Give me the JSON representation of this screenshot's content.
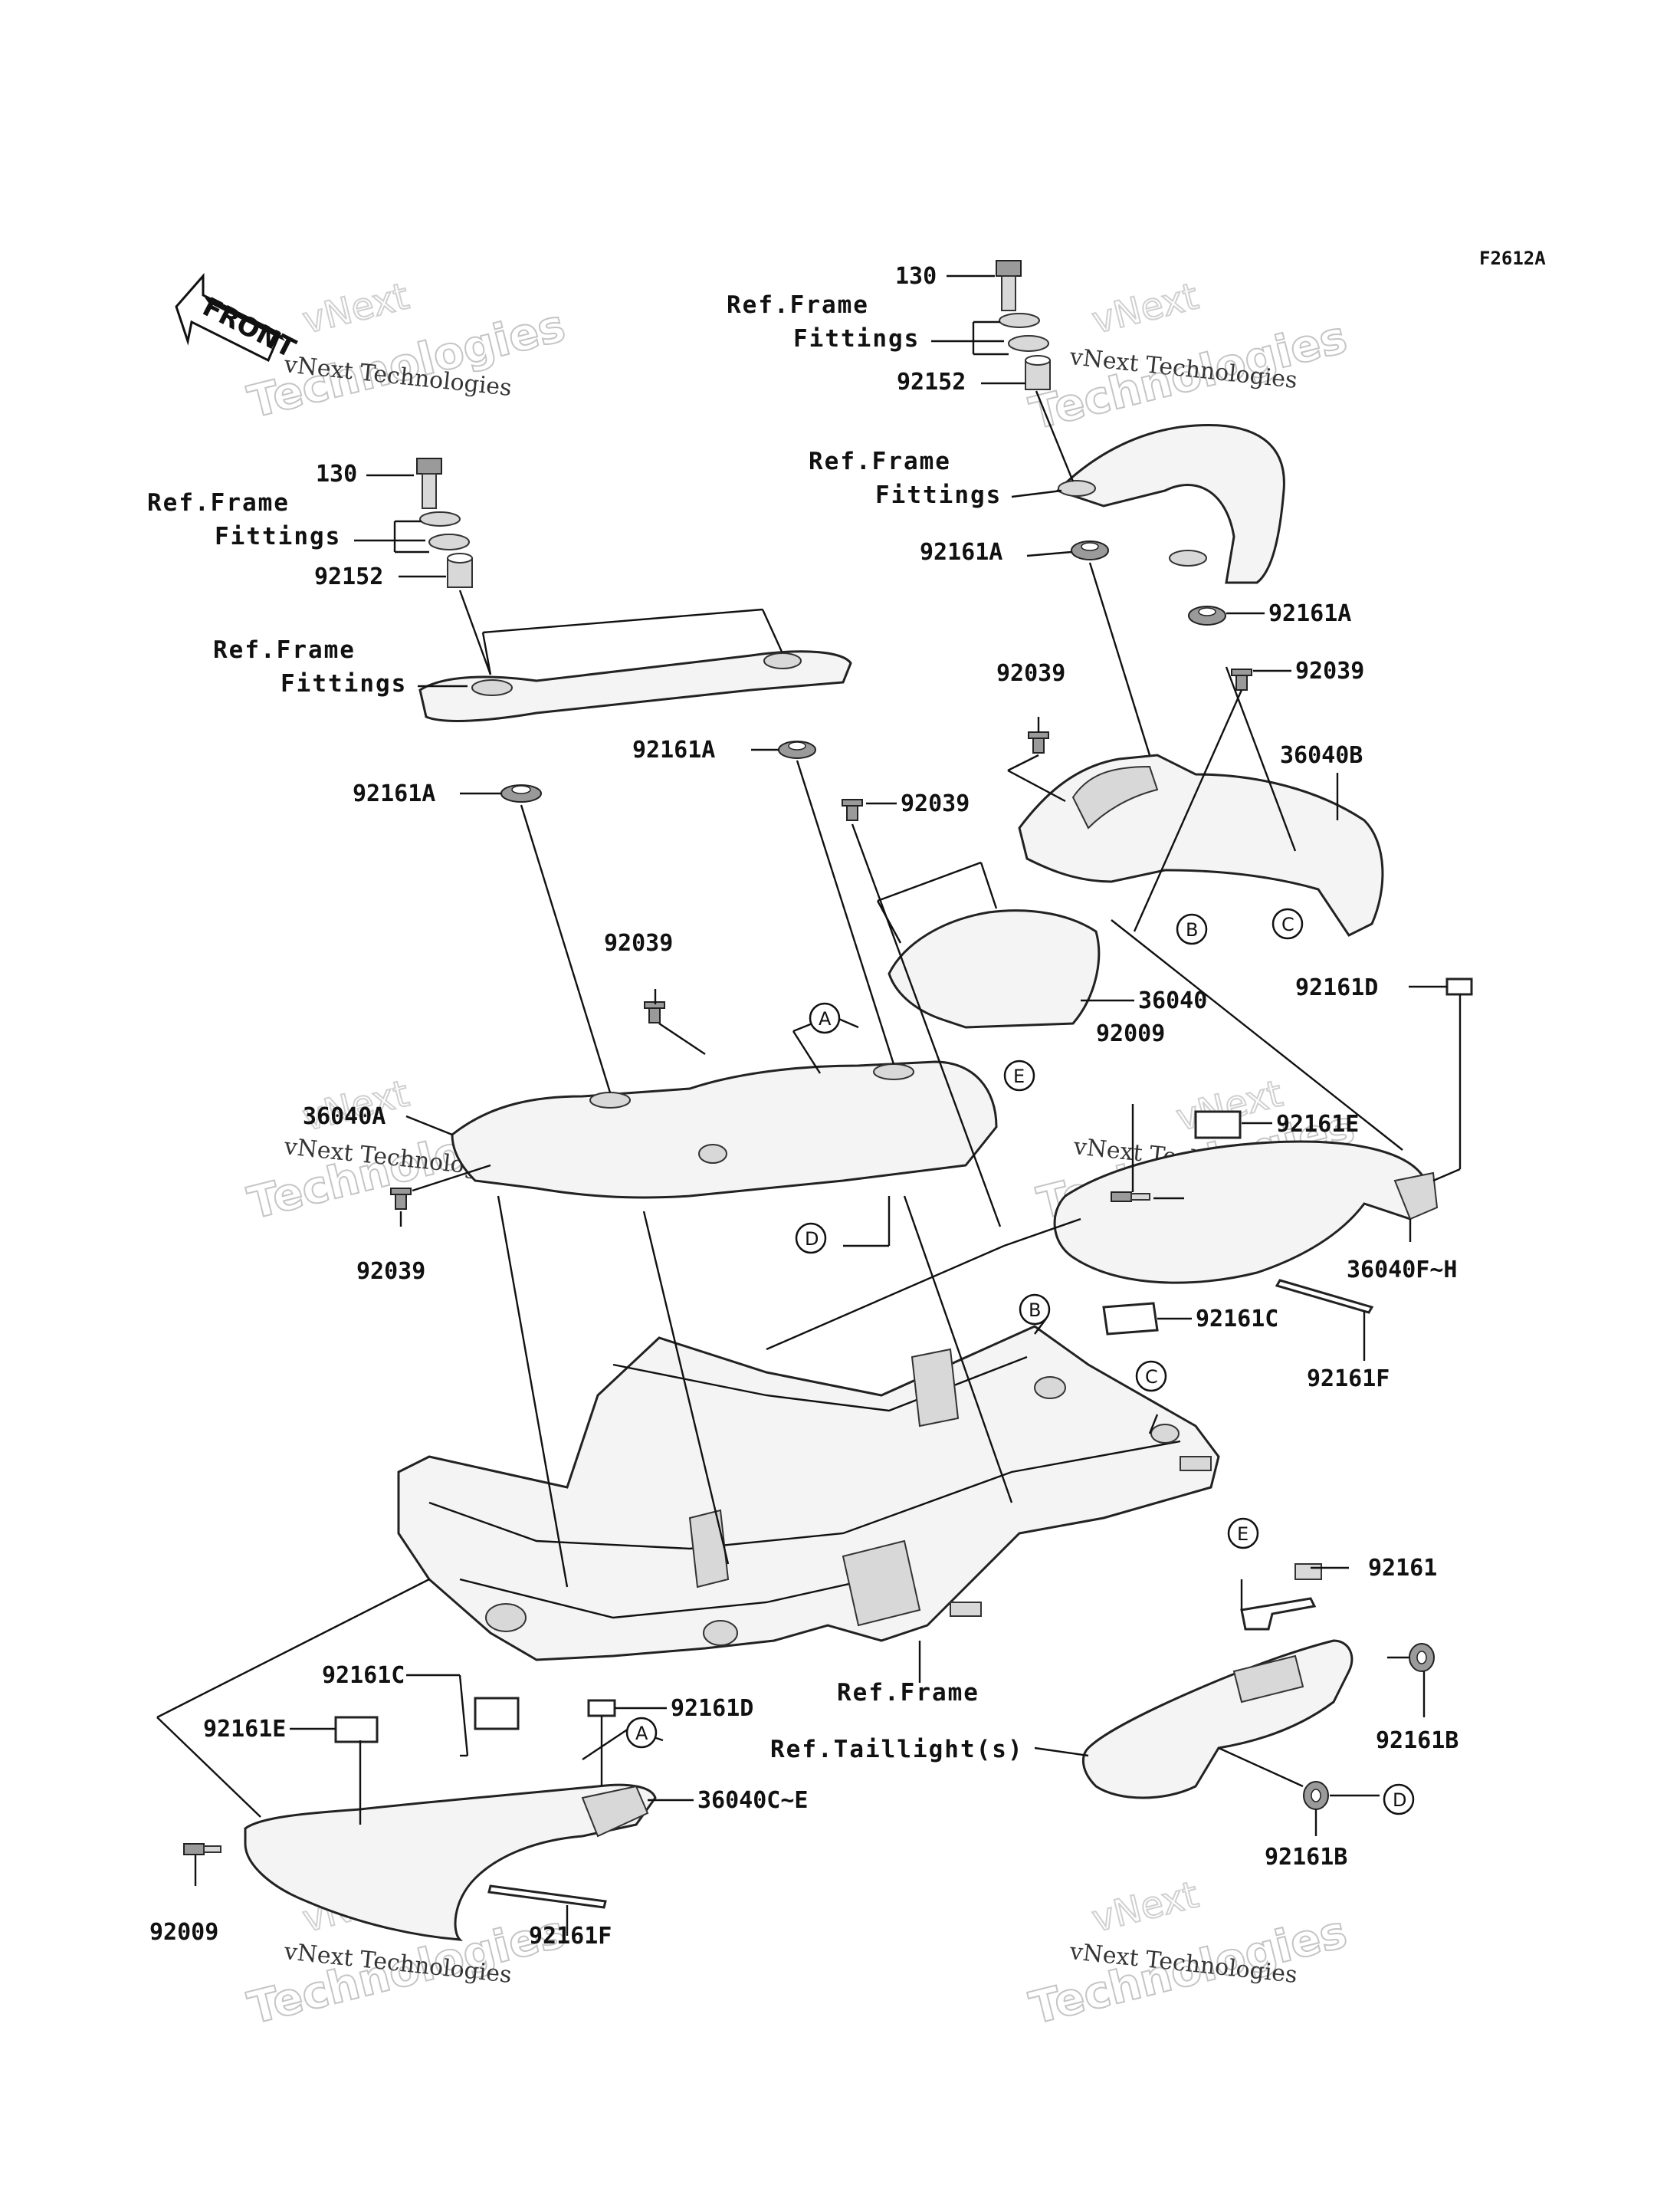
{
  "diagram_code": "F2612A",
  "direction_marker": "FRONT",
  "watermark": {
    "line1": "vNext Technologies",
    "line2": "Technologies",
    "line3": "vNext"
  },
  "labels": {
    "bolt_130_left": "130",
    "ref_frame_fittings_1_left": "Ref.Frame",
    "ref_frame_fittings_2_left": "Fittings",
    "collar_92152_left": "92152",
    "ref_frame_fittings_3_left": "Ref.Frame",
    "ref_frame_fittings_4_left": "Fittings",
    "grommet_92161a_left_a": "92161A",
    "grommet_92161a_left_b": "92161A",
    "clip_92039_left_top": "92039",
    "clip_92039_mid": "92039",
    "cover_36040a": "36040A",
    "clip_92039_left_bottom": "92039",
    "bolt_130_right": "130",
    "ref_frame_fittings_1_right": "Ref.Frame",
    "ref_frame_fittings_2_right": "Fittings",
    "collar_92152_right": "92152",
    "ref_frame_fittings_3_right": "Ref.Frame",
    "ref_frame_fittings_4_right": "Fittings",
    "grommet_92161a_right_a": "92161A",
    "grommet_92161a_right_b": "92161A",
    "clip_92039_right_a": "92039",
    "clip_92039_right_b": "92039",
    "cover_36040b": "36040B",
    "cover_36040": "36040",
    "pad_92161d_right": "92161D",
    "screw_92009_right": "92009",
    "pad_92161e_right": "92161E",
    "cover_36040f_h": "36040F~H",
    "pad_92161c_right": "92161C",
    "strip_92161f_right": "92161F",
    "ref_frame": "Ref.Frame",
    "pad_92161c_left": "92161C",
    "pad_92161d_left": "92161D",
    "pad_92161e_left": "92161E",
    "cover_36040c_e": "36040C~E",
    "screw_92009_left": "92009",
    "strip_92161f_left": "92161F",
    "damper_92161": "92161",
    "ref_taillight": "Ref.Taillight(s)",
    "grommet_92161b_a": "92161B",
    "grommet_92161b_b": "92161B"
  },
  "callouts": {
    "A_top": "A",
    "A_bottom": "A",
    "B_top": "B",
    "B_frame": "B",
    "C_top": "C",
    "C_frame": "C",
    "D_top": "D",
    "D_bottom": "D",
    "E_top": "E",
    "E_bottom": "E"
  }
}
